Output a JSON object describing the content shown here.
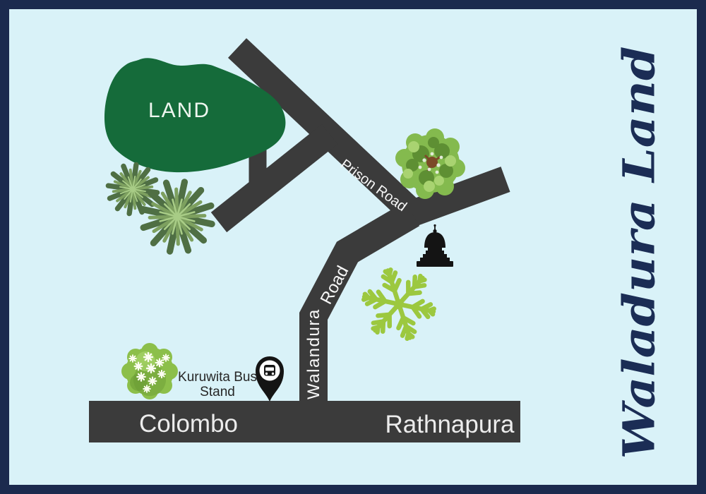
{
  "title": "Waladura Land",
  "map": {
    "land_label": "LAND",
    "labels": {
      "prison_road": "Prison Road",
      "walandura_road_line1": "Walandura",
      "walandura_road_line2": "Road",
      "destination_left": "Colombo",
      "destination_right": "Rathnapura",
      "bus_stand_line1": "Kuruwita Bus",
      "bus_stand_line2": "Stand"
    },
    "watermark": "Waladura Land",
    "colors": {
      "background": "#d9f2f8",
      "border": "#1b2a4e",
      "road": "#3b3b3b",
      "road_text": "#f7f7f7",
      "land_green": "#156b3a",
      "watermark_navy": "#1b2d55",
      "tree_green": "#84ba4e",
      "fern_green": "#9cc83f",
      "bush_green": "#8cbf4a",
      "marker_black": "#141414"
    },
    "icons": [
      "palm-tree-icon",
      "round-tree-icon",
      "fern-plant-icon",
      "flower-bush-icon",
      "stupa-icon",
      "bus-stop-pin-icon"
    ]
  }
}
